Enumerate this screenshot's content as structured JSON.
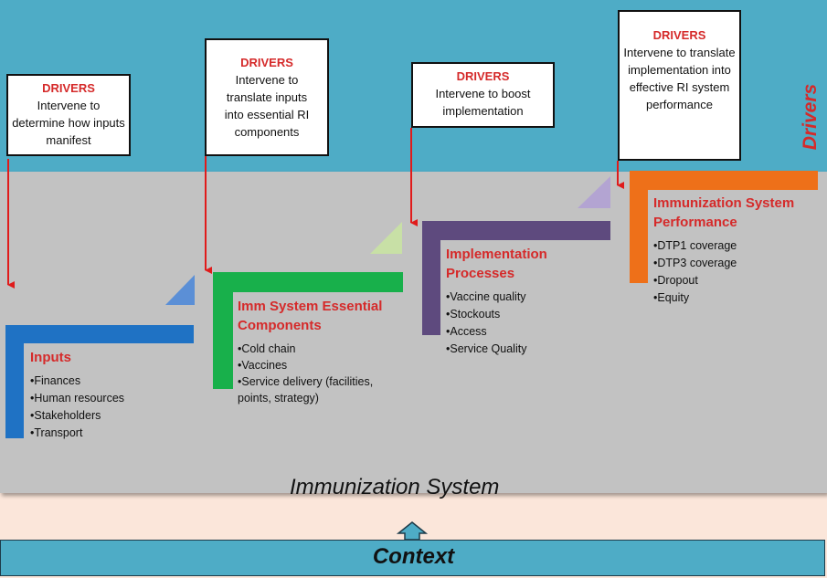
{
  "drivers_label": "Drivers",
  "driver_boxes": [
    {
      "title": "DRIVERS",
      "body": "Intervene to determine how inputs manifest"
    },
    {
      "title": "DRIVERS",
      "body": "Intervene to translate inputs into essential RI components"
    },
    {
      "title": "DRIVERS",
      "body": "Intervene to boost implementation"
    },
    {
      "title": "DRIVERS",
      "body": "Intervene to translate implementation into effective RI system performance"
    }
  ],
  "stages": [
    {
      "title_lines": [
        "Inputs"
      ],
      "items": [
        "Finances",
        "Human resources",
        "Stakeholders",
        "Transport"
      ],
      "color": "#1f72c4"
    },
    {
      "title_lines": [
        "Imm System Essential",
        "Components"
      ],
      "items": [
        "Cold chain",
        "Vaccines",
        "Service delivery (facilities, points, strategy)"
      ],
      "color": "#18b04b"
    },
    {
      "title_lines": [
        "Implementation",
        "Processes"
      ],
      "items": [
        "Vaccine quality",
        "Stockouts",
        "Access",
        "Service Quality"
      ],
      "color": "#5e4a7e"
    },
    {
      "title_lines": [
        "Immunization System",
        "Performance"
      ],
      "items": [
        "DTP1 coverage",
        "DTP3 coverage",
        "Dropout",
        "Equity"
      ],
      "color": "#ee7019"
    }
  ],
  "system_title": "Immunization System",
  "context_label": "Context",
  "colors": {
    "drivers_band": "#4eacc6",
    "system_band": "#c2c2c2",
    "background": "#fbe6da",
    "arrow": "#e01b1b",
    "title_red": "#d52a2a"
  }
}
